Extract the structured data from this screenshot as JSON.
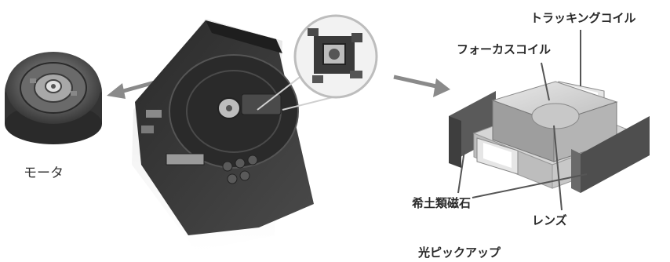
{
  "labels": {
    "motor": "モータ",
    "tracking_coil": "トラッキングコイル",
    "focus_coil": "フォーカスコイル",
    "rare_earth_magnet": "希土類磁石",
    "lens": "レンズ",
    "optical_pickup": "光ピックアップ"
  },
  "colors": {
    "background": "#ffffff",
    "arrow": "#8a8a8a",
    "player_body": "#3a3a3a",
    "magnet": "#4a4a4a",
    "coil_frame": "#d8d8d8"
  },
  "icons": [
    "motor-photo",
    "cd-player-photo",
    "zoom-circle",
    "pickup-assembly-diagram"
  ]
}
